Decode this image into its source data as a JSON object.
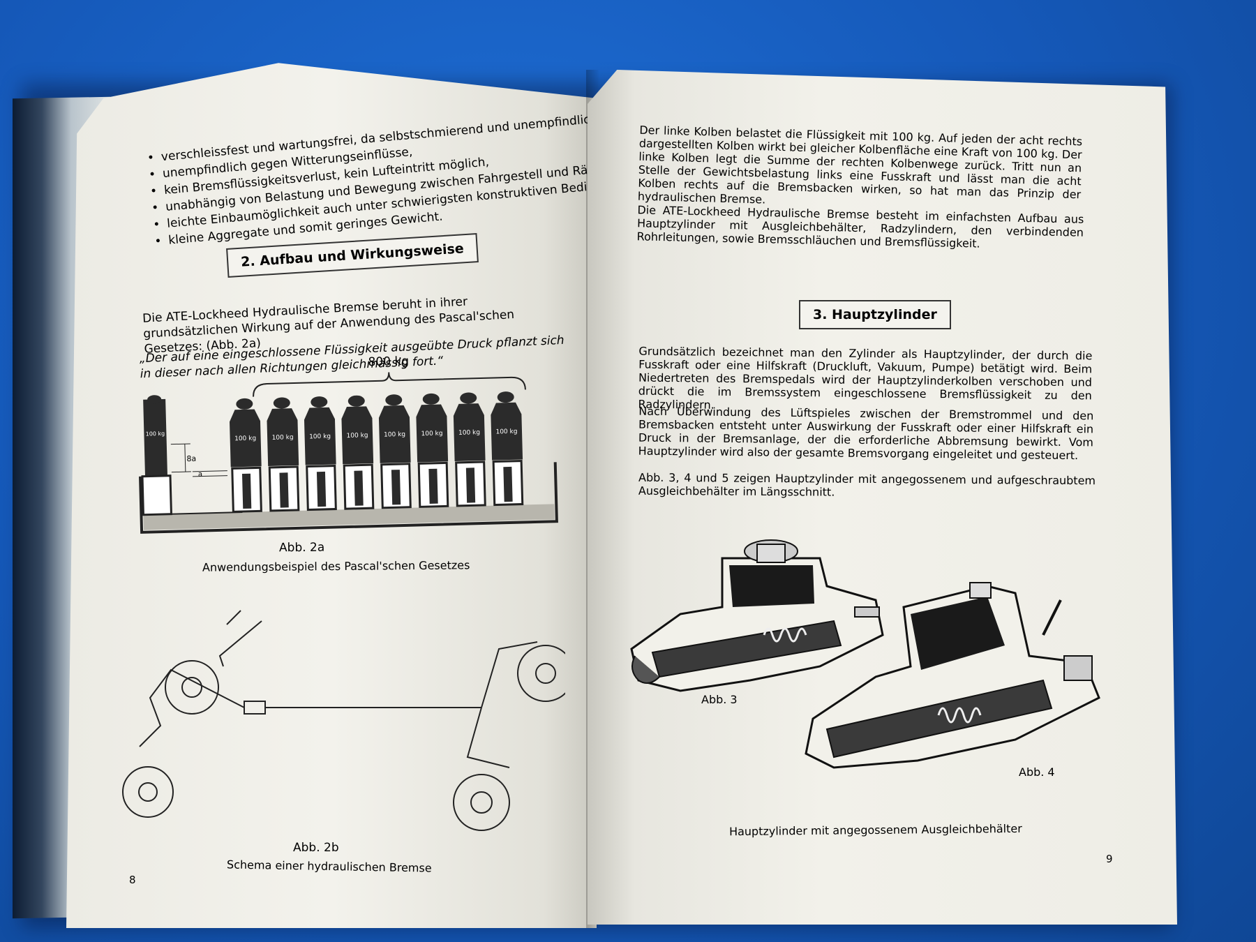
{
  "left_page": {
    "bullets": [
      "verschleissfest und wartungsfrei, da selbstschmierend und unempfindlich gegen äusseren Schmutz,",
      "unempfindlich gegen Witterungseinflüsse,",
      "kein Bremsflüssigkeitsverlust, kein Luftеintritt möglich,",
      "unabhängig von Belastung und Bewegung zwischen Fahrgestell und Rädern,",
      "leichte Einbaumöglichkeit auch unter schwierigsten konstruktiven Bedingungen,",
      "kleine Aggregate und somit geringes Gewicht."
    ],
    "section_title": "2. Aufbau und Wirkungsweise",
    "intro": "Die ATE-Lockheed Hydraulische Bremse beruht in ihrer grundsätzlichen Wirkung auf der Anwendung des Pascal'schen Gesetzes: (Abb. 2a)",
    "quote": "„Der auf eine eingeschlossene Flüssigkeit ausgeübte Druck pflanzt sich in dieser nach allen Richtungen gleichmässig fort.“",
    "fig2a": {
      "total_label": "800 kg",
      "weight_labels": [
        "100 kg",
        "100 kg",
        "100 kg",
        "100 kg",
        "100 kg",
        "100 kg",
        "100 kg",
        "100 kg"
      ],
      "left_weight_label": "100 kg",
      "dim_8a": "8a",
      "dim_a": "a",
      "caption_title": "Abb. 2a",
      "caption_text": "Anwendungsbeispiel des Pascal'schen Gesetzes"
    },
    "fig2b": {
      "caption_title": "Abb. 2b",
      "caption_text": "Schema einer hydraulischen Bremse"
    },
    "page_number": "8"
  },
  "right_page": {
    "para1": "Der linke Kolben belastet die Flüssigkeit mit 100 kg. Auf jeden der acht rechts dargestellten Kolben wirkt bei gleicher Kolbenfläche eine Kraft von 100 kg. Der linke Kolben legt die Summe der rechten Kolbenwege zurück. Tritt nun an Stelle der Gewichtsbelastung links eine Fusskraft und lässt man die acht Kolben rechts auf die Bremsbacken wirken, so hat man das Prinzip der hydraulischen Bremse.",
    "para2": "Die ATE-Lockheed Hydraulische Bremse besteht im einfachsten Aufbau aus Hauptzylinder mit Ausgleichbehälter, Radzylindern, den verbindenden Rohrleitungen, sowie Bremsschläuchen und Bremsflüssigkeit.",
    "section_title": "3. Hauptzylinder",
    "para3": "Grundsätzlich bezeichnet man den Zylinder als Hauptzylinder, der durch die Fusskraft oder eine Hilfskraft (Druckluft, Vakuum, Pumpe) betätigt wird. Beim Niedertreten des Bremspedals wird der Hauptzylinderkolben verschoben und drückt die im Bremssystem eingeschlossene Bremsflüssigkeit zu den Radzylindern.",
    "para4": "Nach Überwindung des Lüftspieles zwischen der Bremstrommel und den Bremsbacken entsteht unter Auswirkung der Fusskraft oder einer Hilfskraft ein Druck in der Bremsanlage, der die erforderliche Abbremsung bewirkt. Vom Hauptzylinder wird also der gesamte Bremsvorgang eingeleitet und gesteuert.",
    "para5": "Abb. 3, 4 und 5 zeigen Hauptzylinder mit angegossenem und aufgeschraubtem Ausgleichbehälter im Längsschnitt.",
    "fig3_label": "Abb. 3",
    "fig4_label": "Abb. 4",
    "figure_caption": "Hauptzylinder mit angegossenem Ausgleichbehälter",
    "page_number": "9"
  },
  "colors": {
    "background": "#1558b8",
    "paper": "#f2f1ea",
    "ink": "#1b1b1b"
  }
}
